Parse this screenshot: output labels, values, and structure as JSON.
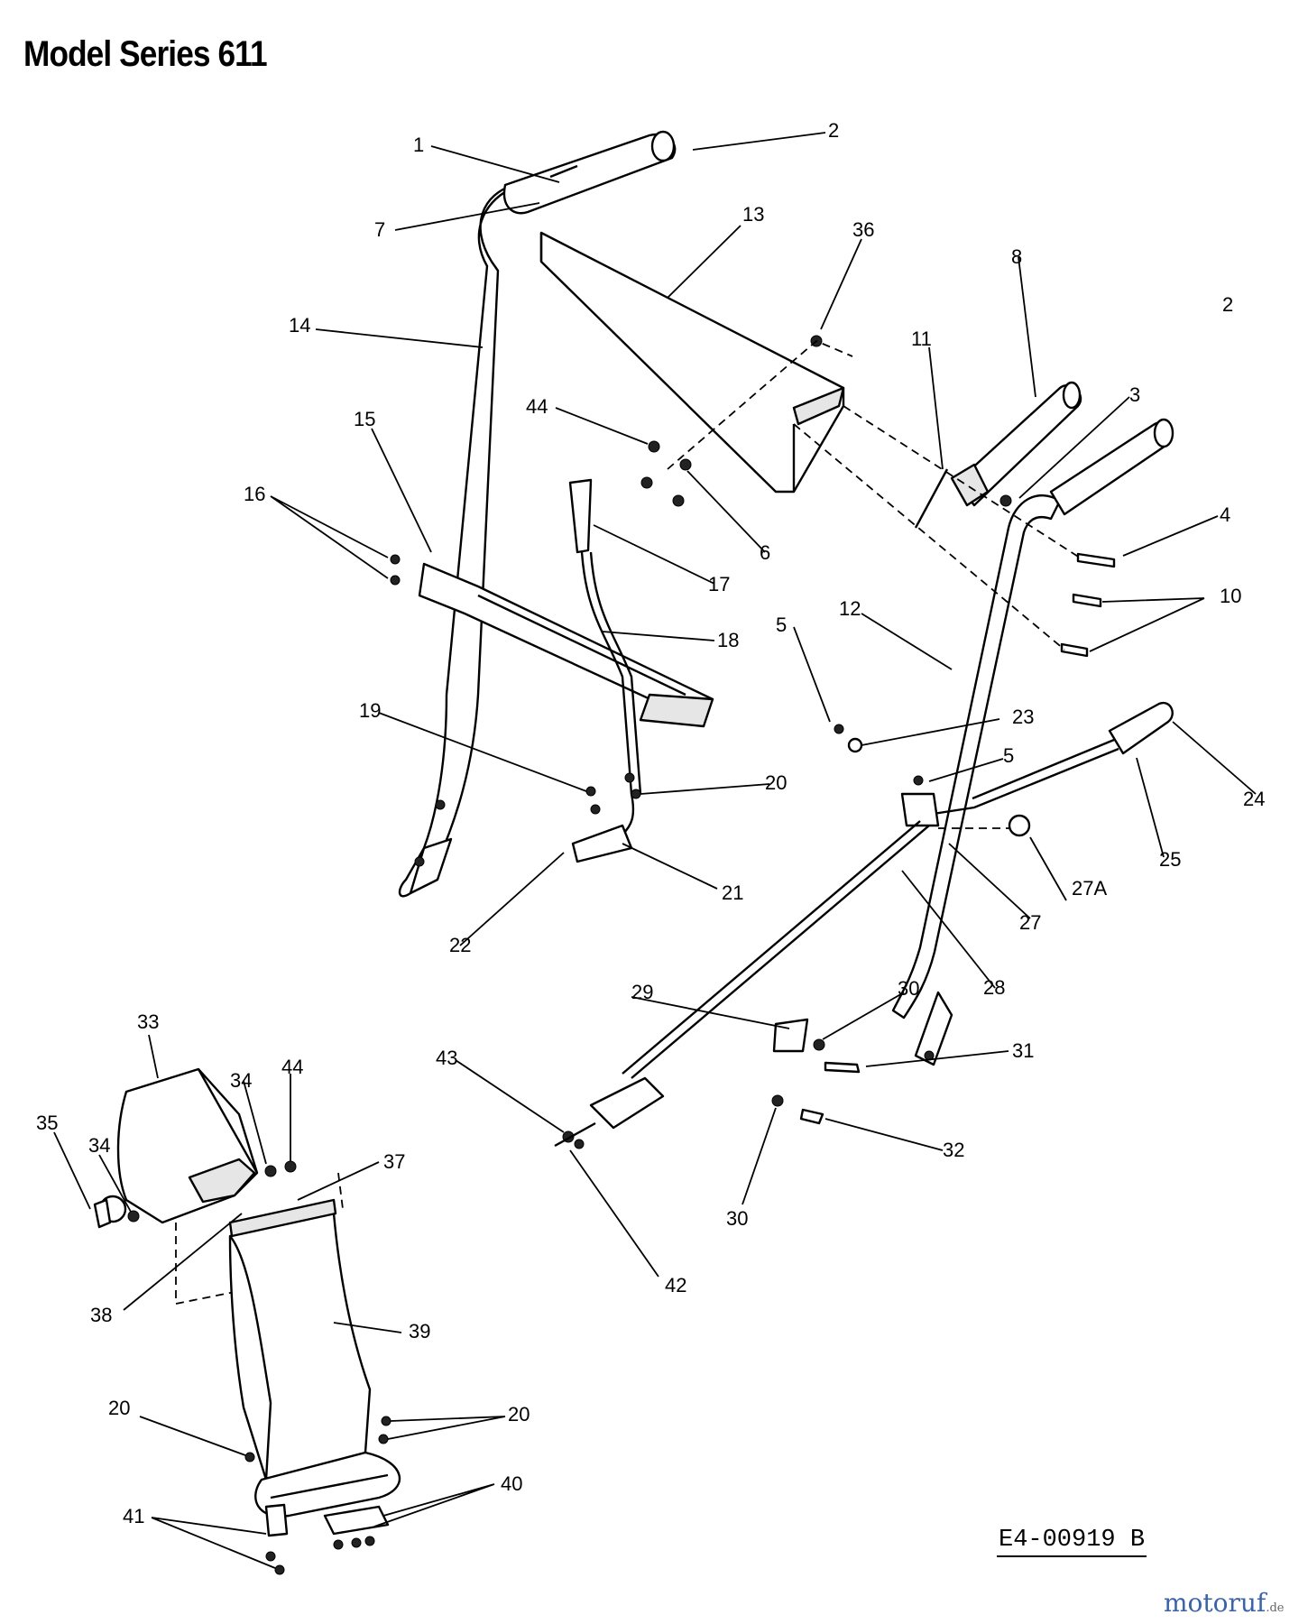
{
  "title": "Model Series 611",
  "document_code": "E4-00919 B",
  "watermark": "motoruf",
  "watermark_suffix": ".de",
  "callouts": [
    {
      "id": "c1",
      "text": "1"
    },
    {
      "id": "c2a",
      "text": "2"
    },
    {
      "id": "c7",
      "text": "7"
    },
    {
      "id": "c13",
      "text": "13"
    },
    {
      "id": "c36",
      "text": "36"
    },
    {
      "id": "c8",
      "text": "8"
    },
    {
      "id": "c2b",
      "text": "2"
    },
    {
      "id": "c14",
      "text": "14"
    },
    {
      "id": "c11",
      "text": "11"
    },
    {
      "id": "c3",
      "text": "3"
    },
    {
      "id": "c44a",
      "text": "44"
    },
    {
      "id": "c15",
      "text": "15"
    },
    {
      "id": "c16",
      "text": "16"
    },
    {
      "id": "c6",
      "text": "6"
    },
    {
      "id": "c4",
      "text": "4"
    },
    {
      "id": "c17",
      "text": "17"
    },
    {
      "id": "c10",
      "text": "10"
    },
    {
      "id": "c12",
      "text": "12"
    },
    {
      "id": "c5a",
      "text": "5"
    },
    {
      "id": "c18",
      "text": "18"
    },
    {
      "id": "c23",
      "text": "23"
    },
    {
      "id": "c19",
      "text": "19"
    },
    {
      "id": "c5b",
      "text": "5"
    },
    {
      "id": "c20a",
      "text": "20"
    },
    {
      "id": "c24",
      "text": "24"
    },
    {
      "id": "c25",
      "text": "25"
    },
    {
      "id": "c21",
      "text": "21"
    },
    {
      "id": "c27A",
      "text": "27A"
    },
    {
      "id": "c27",
      "text": "27"
    },
    {
      "id": "c22",
      "text": "22"
    },
    {
      "id": "c28",
      "text": "28"
    },
    {
      "id": "c29",
      "text": "29"
    },
    {
      "id": "c30a",
      "text": "30"
    },
    {
      "id": "c33",
      "text": "33"
    },
    {
      "id": "c31",
      "text": "31"
    },
    {
      "id": "c43",
      "text": "43"
    },
    {
      "id": "c34a",
      "text": "34"
    },
    {
      "id": "c44b",
      "text": "44"
    },
    {
      "id": "c35",
      "text": "35"
    },
    {
      "id": "c34b",
      "text": "34"
    },
    {
      "id": "c32",
      "text": "32"
    },
    {
      "id": "c37",
      "text": "37"
    },
    {
      "id": "c30b",
      "text": "30"
    },
    {
      "id": "c38",
      "text": "38"
    },
    {
      "id": "c42",
      "text": "42"
    },
    {
      "id": "c39",
      "text": "39"
    },
    {
      "id": "c20b",
      "text": "20"
    },
    {
      "id": "c20c",
      "text": "20"
    },
    {
      "id": "c40",
      "text": "40"
    },
    {
      "id": "c41",
      "text": "41"
    }
  ]
}
